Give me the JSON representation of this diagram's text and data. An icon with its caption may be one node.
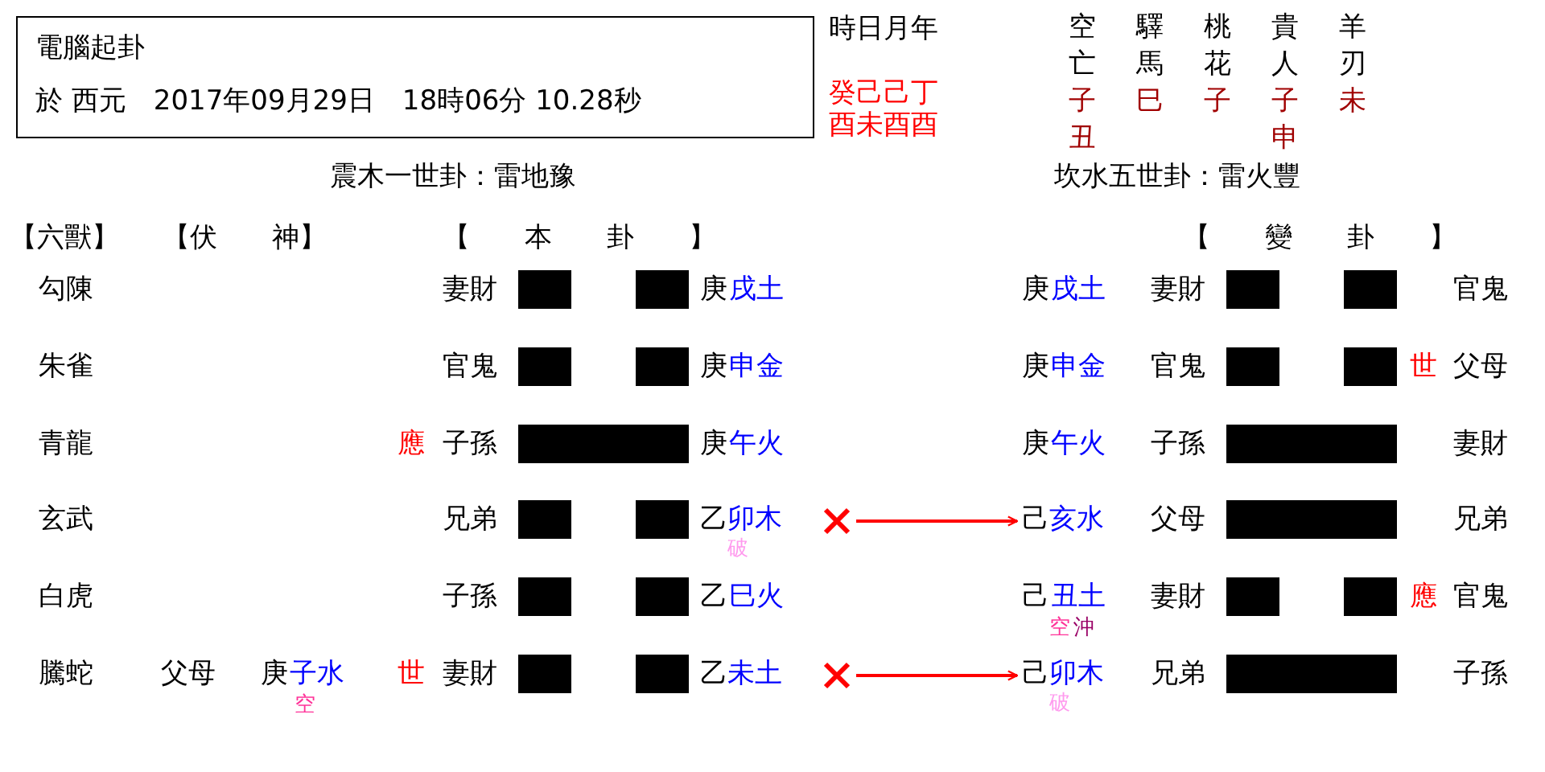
{
  "diagram": {
    "nodes": [
      {
        "text": [
          "電腦起卦",
          "於 西元　2017年09月29日　18時06分 10.28秒"
        ]
      },
      {
        "text": [
          "乙",
          "卯木"
        ],
        "beside": [
          "破"
        ]
      },
      {
        "text": [],
        "shape": "cross"
      },
      {
        "text": [
          "己",
          "亥水"
        ]
      },
      {
        "text": [
          "乙",
          "未土"
        ]
      },
      {
        "text": [],
        "shape": "cross"
      },
      {
        "text": [
          "己",
          "卯木"
        ],
        "beside": [
          "破"
        ]
      }
    ],
    "edges": [
      {
        "from": 2,
        "to": 3,
        "arrow": "to"
      },
      {
        "from": 5,
        "to": 6,
        "arrow": "to"
      }
    ],
    "labels": [
      "時日月年",
      "癸己己丁",
      "酉未酉酉",
      "空亡",
      "驛馬",
      "桃花",
      "貴人",
      "羊刃",
      "子丑",
      "巳",
      "子",
      "子申",
      "未",
      "震木一世卦：雷地豫",
      "坎水五世卦：雷火豐",
      "【六獸】",
      "【伏　　神】",
      "【　　本　　卦　　】",
      "【　　變　　卦　　】",
      "勾陳",
      "妻財",
      "庚",
      "戌土",
      "庚",
      "戌土",
      "妻財",
      "官鬼",
      "朱雀",
      "官鬼",
      "庚",
      "申金",
      "庚",
      "申金",
      "官鬼",
      "世",
      "父母",
      "青龍",
      "應",
      "子孫",
      "庚",
      "午火",
      "庚",
      "午火",
      "子孫",
      "妻財",
      "玄武",
      "兄弟",
      "父母",
      "兄弟",
      "白虎",
      "子孫",
      "乙",
      "巳火",
      "己",
      "丑土",
      "空",
      "沖",
      "妻財",
      "應",
      "官鬼",
      "騰蛇",
      "父母",
      "庚",
      "子水",
      "空",
      "世",
      "妻財",
      "兄弟",
      "子孫"
    ]
  }
}
